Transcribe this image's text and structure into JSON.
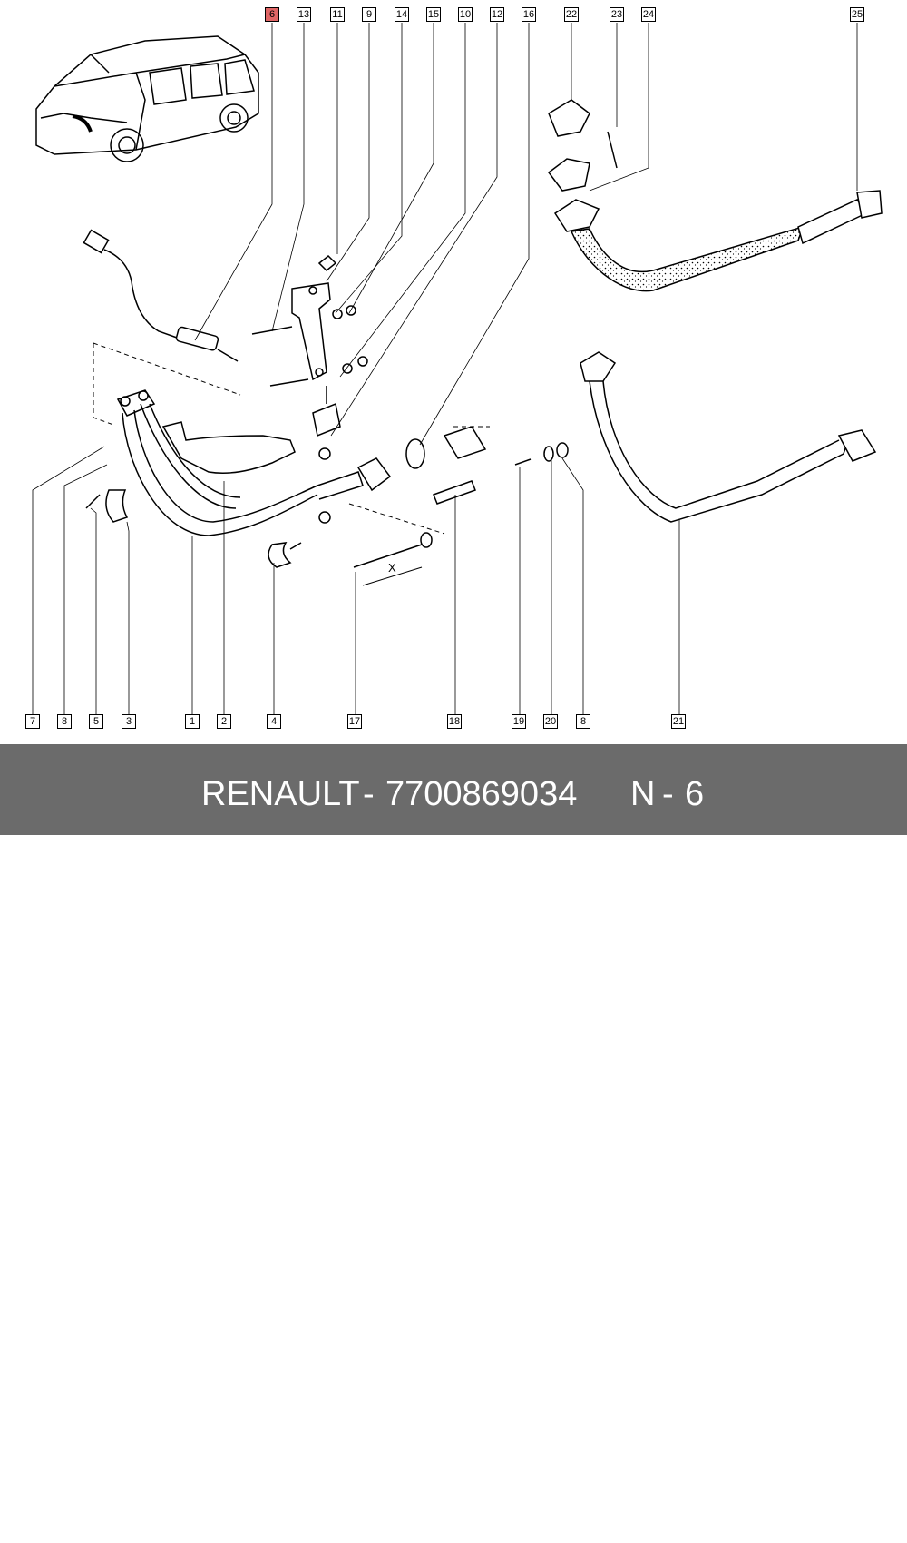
{
  "callouts": {
    "c6": "6",
    "c13": "13",
    "c11": "11",
    "c9": "9",
    "c14": "14",
    "c15": "15",
    "c10": "10",
    "c12": "12",
    "c16": "16",
    "c22": "22",
    "c23": "23",
    "c24": "24",
    "c25": "25",
    "b7": "7",
    "b8a": "8",
    "b5": "5",
    "b3": "3",
    "b1": "1",
    "b2": "2",
    "b4": "4",
    "b17": "17",
    "b18": "18",
    "b19": "19",
    "b20": "20",
    "b8b": "8",
    "b21": "21"
  },
  "dimension_label": "X",
  "highlight_color": "#e06666",
  "footer": {
    "brand": "RENAULT",
    "separator1": "-",
    "part_number": "7700869034",
    "item_prefix": "N",
    "separator2": "-",
    "item_number": "6"
  }
}
